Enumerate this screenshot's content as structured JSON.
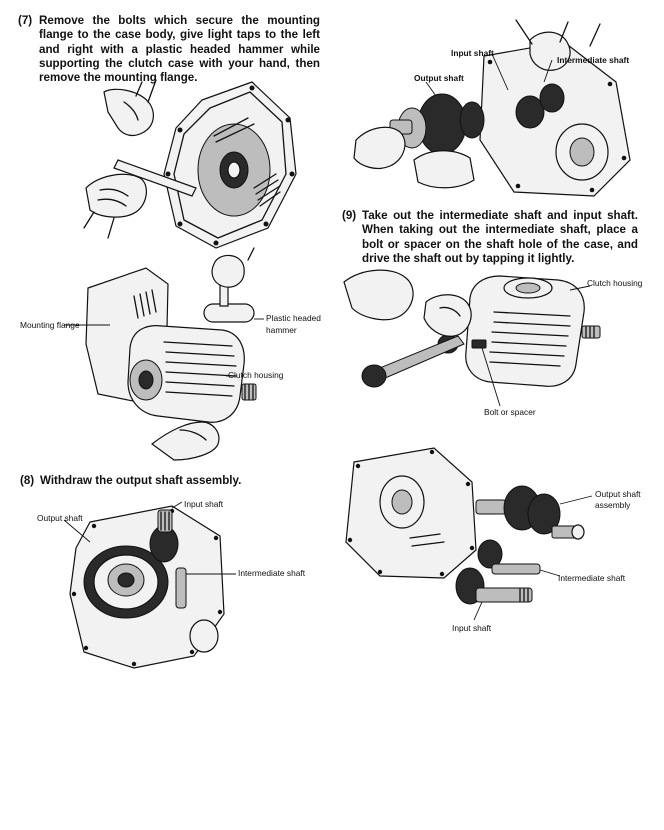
{
  "steps": [
    {
      "number": "(7)",
      "text": "Remove the bolts which secure the mounting flange to the case body, give light taps to the left and right with a plastic headed hammer while supporting the clutch case with your hand, then remove the mounting flange."
    },
    {
      "number": "(8)",
      "text": "Withdraw the output shaft assembly."
    },
    {
      "number": "(9)",
      "text": "Take out the intermediate shaft and input shaft. When taking out the intermediate shaft, place a bolt or spacer on the shaft hole of the case, and drive the shaft out by tapping it lightly."
    }
  ],
  "figures": {
    "fig2": {
      "mounting_flange": "Mounting flange",
      "plastic_headed": "Plastic headed",
      "hammer": "hammer",
      "clutch_housing": "Clutch housing"
    },
    "fig3": {
      "input_shaft": "Input shaft",
      "output_shaft": "Output shaft",
      "intermediate_shaft": "Intermediate shaft"
    },
    "fig4": {
      "input_shaft": "Input shaft",
      "intermediate_shaft": "Intermediate shaft",
      "output_shaft": "Output shaft"
    },
    "fig5": {
      "clutch_housing": "Clutch housing",
      "bolt_or_spacer": "Bolt or spacer"
    },
    "fig6": {
      "output_shaft": "Output shaft",
      "assembly": "assembly",
      "intermediate_shaft": "Intermediate shaft",
      "input_shaft": "Input shaft"
    }
  }
}
